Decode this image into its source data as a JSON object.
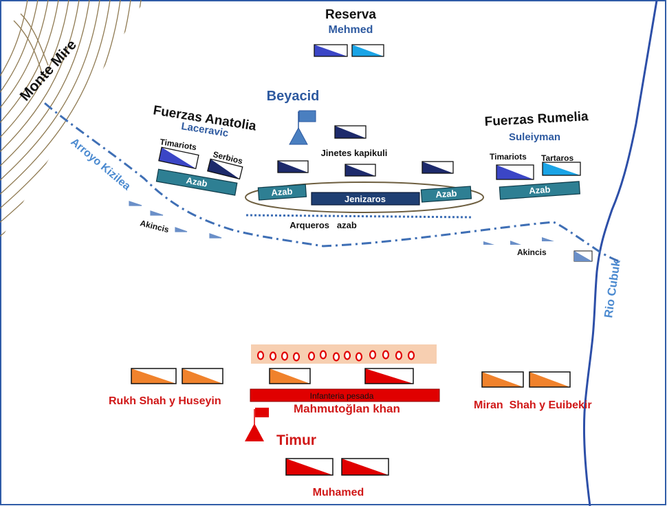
{
  "colors": {
    "frame": "#2f5ba7",
    "ottoman_dark": "#1d2a6b",
    "ottoman_mid": "#3b46c6",
    "ottoman_light": "#1aa4e6",
    "azab_teal": "#2e7f93",
    "jenizaros_navy": "#1f3f73",
    "timurid_red": "#e00000",
    "timurid_orange": "#f0822c",
    "river": "#2d4fa8",
    "stream": "#3f6fb5",
    "contour": "#8f7a52"
  },
  "labels": {
    "monte_mire": "Monte Mire",
    "arroyo_kizilea": "Arroyo Kizilea",
    "rio_cubuk": "Rio Cubuk",
    "reserva": "Reserva",
    "mehmed": "Mehmed",
    "beyacid": "Beyacid",
    "fuerzas_anatolia": "Fuerzas Anatolia",
    "laceravic": "Laceravic",
    "timariots_left": "Timariots",
    "serbios": "Serbios",
    "azab_left": "Azab",
    "jinetes_kapikuli": "Jinetes kapikuli",
    "azab_center_left": "Azab",
    "jenizaros": "Jenizaros",
    "azab_center_right": "Azab",
    "arqueros_azab": "Arqueros   azab",
    "fuerzas_rumelia": "Fuerzas Rumelia",
    "suleiyman": "Suleiyman",
    "timariots_right": "Timariots",
    "tartaros": "Tartaros",
    "azab_right": "Azab",
    "akincis_left": "Akincis",
    "akincis_right": "Akincis",
    "rukh_shah": "Rukh Shah y Huseyin",
    "infanteria_pesada": "Infanteria pesada",
    "mahmutoglan": "Mahmutoğlan khan",
    "miran_shah": "Miran  Shah y Euibekir",
    "timur": "Timur",
    "muhamed": "Muhamed"
  }
}
